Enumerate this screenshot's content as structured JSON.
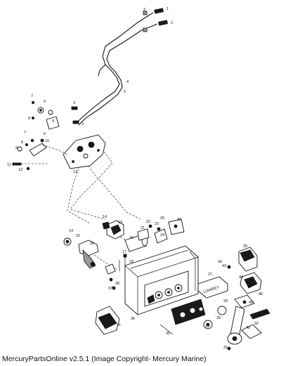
{
  "caption": "MercuryPartsOnline v2.5.1 (Image Copyright- Mercury Marine)",
  "callouts": [
    "1",
    "2",
    "3",
    "4",
    "5",
    "6",
    "7",
    "8",
    "9",
    "10",
    "11",
    "12",
    "13",
    "14",
    "15",
    "16",
    "17",
    "18",
    "19",
    "20",
    "21",
    "22",
    "23",
    "24",
    "25",
    "26",
    "27",
    "28",
    "29",
    "30",
    "31",
    "32",
    "33",
    "34",
    "35",
    "36",
    "37",
    "38",
    "39",
    "40",
    "41",
    "42",
    "43",
    "44",
    "45",
    "46"
  ],
  "control_box_brand": "LOWREY"
}
